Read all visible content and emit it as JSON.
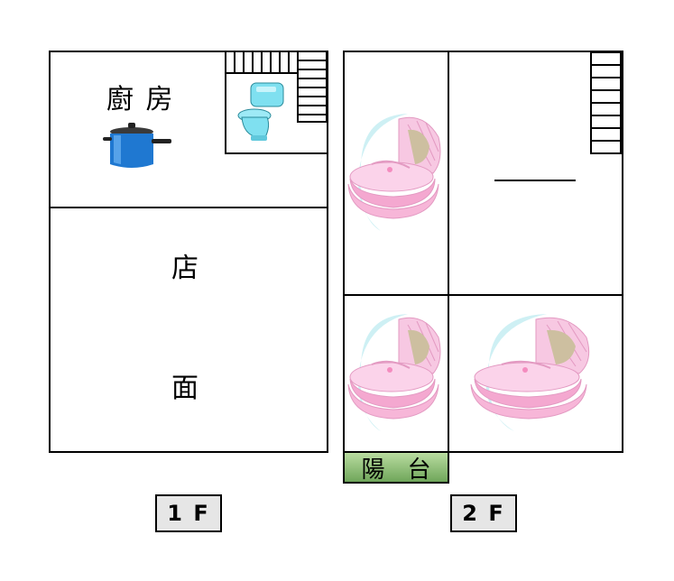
{
  "floor1": {
    "kitchen_label": "廚 房",
    "shop_char_1": "店",
    "shop_char_2": "面",
    "floor_tag": "1 F"
  },
  "floor2": {
    "balcony_char_1": "陽",
    "balcony_char_2": "台",
    "floor_tag": "2 F"
  },
  "colors": {
    "pot_blue": "#1f78d1",
    "toilet_cyan": "#7fe0f0",
    "cradle_pink": "#f7b6d8",
    "balcony_green": "#8cc070",
    "tag_gray": "#e6e6e6"
  },
  "icons": [
    "pot-icon",
    "toilet-icon",
    "stairs-icon",
    "cradle-icon"
  ]
}
